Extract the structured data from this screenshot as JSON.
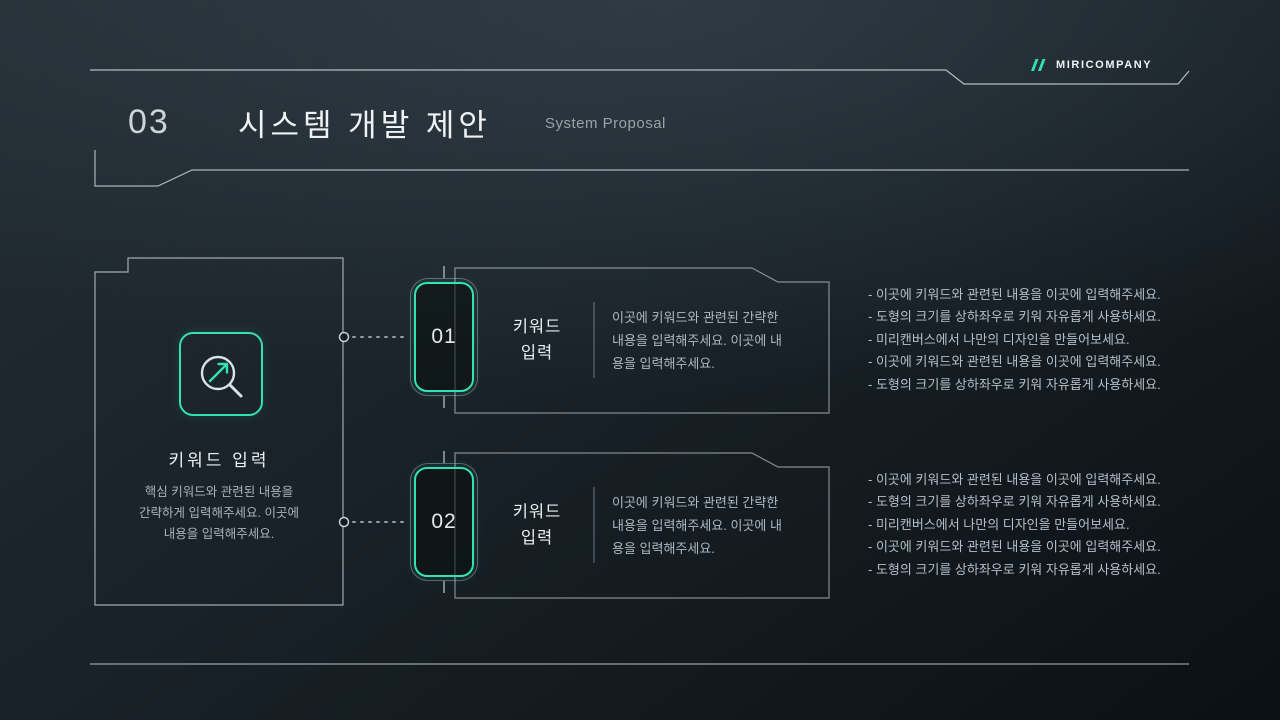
{
  "brand": {
    "name": "MIRICOMPANY",
    "logo_icon": "double-slash-mark-icon"
  },
  "header": {
    "number": "03",
    "title": "시스템 개발 제안",
    "subtitle": "System Proposal"
  },
  "left_card": {
    "icon": "magnifier-trend-icon",
    "title": "키워드 입력",
    "desc_lines": [
      "핵심 키워드와 관련된 내용을",
      "간략하게 입력해주세요. 이곳에",
      "내용을 입력해주세요."
    ]
  },
  "rows": [
    {
      "number": "01",
      "label_lines": [
        "키워드",
        "입력"
      ],
      "body_lines": [
        "이곳에 키워드와 관련된 간략한",
        "내용을 입력해주세요. 이곳에 내",
        "용을 입력해주세요."
      ],
      "bullets": [
        "- 이곳에 키워드와 관련된 내용을 이곳에 입력해주세요.",
        "- 도형의 크기를 상하좌우로 키워 자유롭게 사용하세요.",
        "- 미리캔버스에서 나만의 디자인을 만들어보세요.",
        "- 이곳에 키워드와 관련된 내용을 이곳에 입력해주세요.",
        "- 도형의 크기를 상하좌우로 키워 자유롭게 사용하세요."
      ]
    },
    {
      "number": "02",
      "label_lines": [
        "키워드",
        "입력"
      ],
      "body_lines": [
        "이곳에 키워드와 관련된 간략한",
        "내용을 입력해주세요. 이곳에 내",
        "용을 입력해주세요."
      ],
      "bullets": [
        "- 이곳에 키워드와 관련된 내용을 이곳에 입력해주세요.",
        "- 도형의 크기를 상하좌우로 키워 자유롭게 사용하세요.",
        "- 미리캔버스에서 나만의 디자인을 만들어보세요.",
        "- 이곳에 키워드와 관련된 내용을 이곳에 입력해주세요.",
        "- 도형의 크기를 상하좌우로 키워 자유롭게 사용하세요."
      ]
    }
  ],
  "colors": {
    "accent": "#35e0b2",
    "line": "#c3cdd2",
    "text_primary": "#e9eef1",
    "text_secondary": "#a9b3b9",
    "background_top": "#232d34",
    "background_bottom": "#0b1015"
  }
}
